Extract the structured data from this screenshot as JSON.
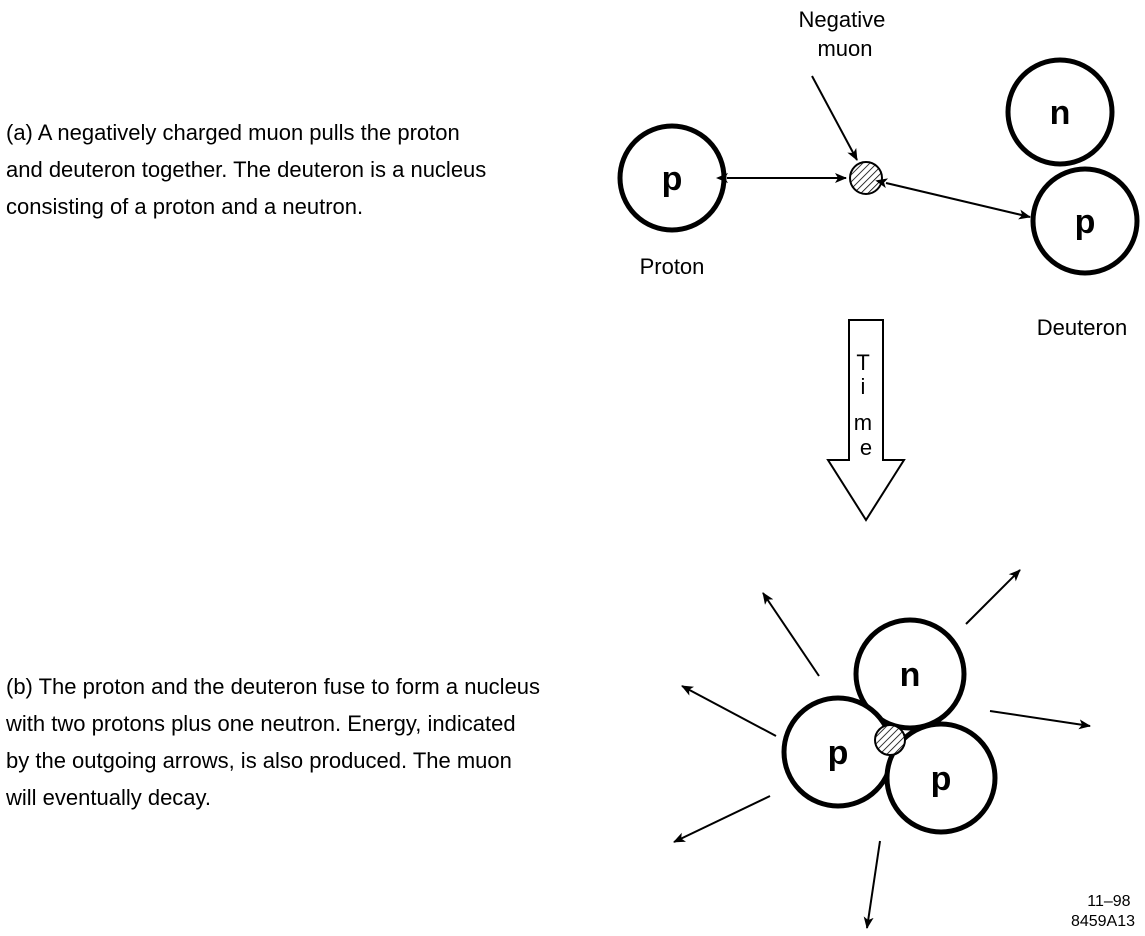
{
  "caption_a": {
    "lines": [
      "(a) A negatively charged muon pulls the proton",
      "and deuteron together. The deuteron is a nucleus",
      "consisting of a proton and a neutron."
    ]
  },
  "caption_b": {
    "lines": [
      "(b) The proton and the deuteron fuse to form a nucleus",
      "with two protons plus one neutron. Energy, indicated",
      "by the outgoing arrows, is also produced. The muon",
      "will eventually decay."
    ]
  },
  "labels": {
    "negative_muon": [
      "Negative",
      "muon"
    ],
    "proton": "Proton",
    "deuteron": "Deuteron"
  },
  "particles": {
    "proton_symbol": "p",
    "neutron_symbol": "n"
  },
  "time_arrow": {
    "letters": [
      "T",
      "i",
      "m",
      "e"
    ]
  },
  "reference": {
    "date": "11–98",
    "code": "8459A13"
  }
}
